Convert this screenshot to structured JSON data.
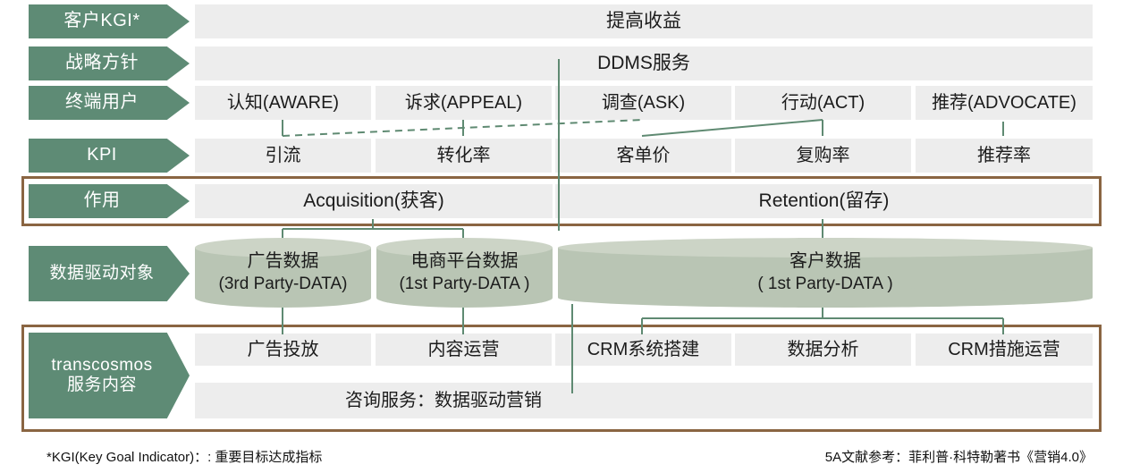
{
  "diagram": {
    "colors": {
      "label_green": "#5e8b75",
      "cell_grey": "#ededed",
      "group_border_brown": "#8a6542",
      "cylinder_body": "#b9c5b4",
      "cylinder_top": "#ccd4c6",
      "connector_green": "#5f8a72"
    },
    "rows": [
      {
        "label": "客户KGI*",
        "values": [
          "提高收益"
        ]
      },
      {
        "label": "战略方针",
        "values": [
          "DDMS服务"
        ]
      },
      {
        "label": "终端用户",
        "values": [
          "认知(AWARE)",
          "诉求(APPEAL)",
          "调查(ASK)",
          "行动(ACT)",
          "推荐(ADVOCATE)"
        ]
      },
      {
        "label": "KPI",
        "values": [
          "引流",
          "转化率",
          "客单价",
          "复购率",
          "推荐率"
        ]
      },
      {
        "label": "作用",
        "values": [
          "Acquisition(获客)",
          "Retention(留存)"
        ]
      },
      {
        "label": "数据驱动对象",
        "values": []
      },
      {
        "label": "transcosmos\n服务内容",
        "values": [
          "广告投放",
          "内容运营",
          "CRM系统搭建",
          "数据分析",
          "CRM措施运营"
        ]
      }
    ],
    "labels": {
      "kgi": "客户KGI*",
      "strategy": "战略方针",
      "end_user": "终端用户",
      "kpi": "KPI",
      "role": "作用",
      "data_object": "数据驱动对象",
      "service_line1": "transcosmos",
      "service_line2": "服务内容"
    },
    "kgi_value": "提高收益",
    "strategy_value": "DDMS服务",
    "end_users": [
      "认知(AWARE)",
      "诉求(APPEAL)",
      "调查(ASK)",
      "行动(ACT)",
      "推荐(ADVOCATE)"
    ],
    "kpis": [
      "引流",
      "转化率",
      "客单价",
      "复购率",
      "推荐率"
    ],
    "roles": [
      {
        "name": "Acquisition(获客)"
      },
      {
        "name": "Retention(留存)"
      }
    ],
    "data_objects": [
      {
        "line1": "广告数据",
        "line2": "(3rd Party-DATA)"
      },
      {
        "line1": "电商平台数据",
        "line2": "(1st Party-DATA )"
      },
      {
        "line1": "客户数据",
        "line2": "( 1st Party-DATA )"
      }
    ],
    "services": [
      "广告投放",
      "内容运营",
      "CRM系统搭建",
      "数据分析",
      "CRM措施运营"
    ],
    "consulting": "咨询服务：数据驱动营销",
    "footnotes": {
      "left": "*KGI(Key Goal Indicator)：: 重要目标达成指标",
      "right": "5A文献参考：菲利普·科特勒著书《营销4.0》"
    }
  }
}
